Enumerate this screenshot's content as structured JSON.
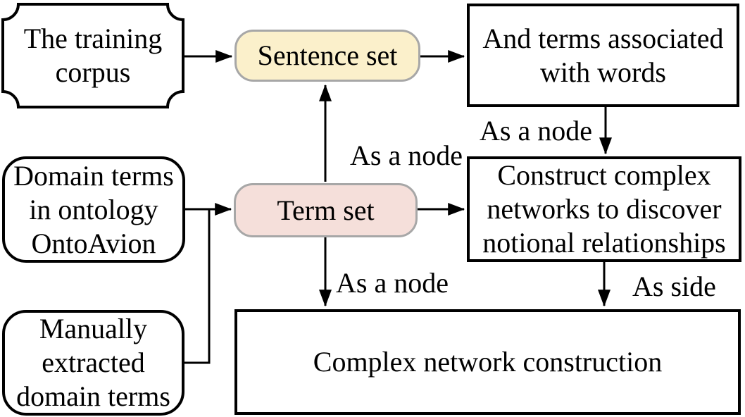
{
  "diagram": {
    "colors": {
      "background": "#ffffff",
      "line": "#000000",
      "text": "#000000",
      "sentence_set_fill": "#fbf0cb",
      "term_set_fill": "#f5dfda",
      "pill_border": "#a7a7a7"
    },
    "nodes": {
      "training_corpus": {
        "label": "The training\ncorpus",
        "shape": "plaque"
      },
      "sentence_set": {
        "label": "Sentence set",
        "shape": "rounded-pill",
        "fill": "#fbf0cb",
        "border_color": "#a7a7a7"
      },
      "and_terms": {
        "label": "And terms associated\nwith words",
        "shape": "rectangle"
      },
      "domain_terms": {
        "label": "Domain terms\nin ontology\nOntoAvion",
        "shape": "rounded-rectangle"
      },
      "term_set": {
        "label": "Term set",
        "shape": "rounded-pill",
        "fill": "#f5dfda",
        "border_color": "#a7a7a7"
      },
      "construct_networks": {
        "label": "Construct complex\nnetworks to discover\nnotional relationships",
        "shape": "rectangle"
      },
      "manually_extracted": {
        "label": "Manually\nextracted\ndomain terms",
        "shape": "rounded-rectangle"
      },
      "complex_network_construction": {
        "label": "Complex network construction",
        "shape": "rectangle"
      }
    },
    "edge_labels": {
      "and_terms_to_construct": "As a node",
      "term_set_to_sentence_set": "As a node",
      "term_set_to_complex_network": "As a node",
      "construct_to_complex_network": "As side"
    }
  }
}
